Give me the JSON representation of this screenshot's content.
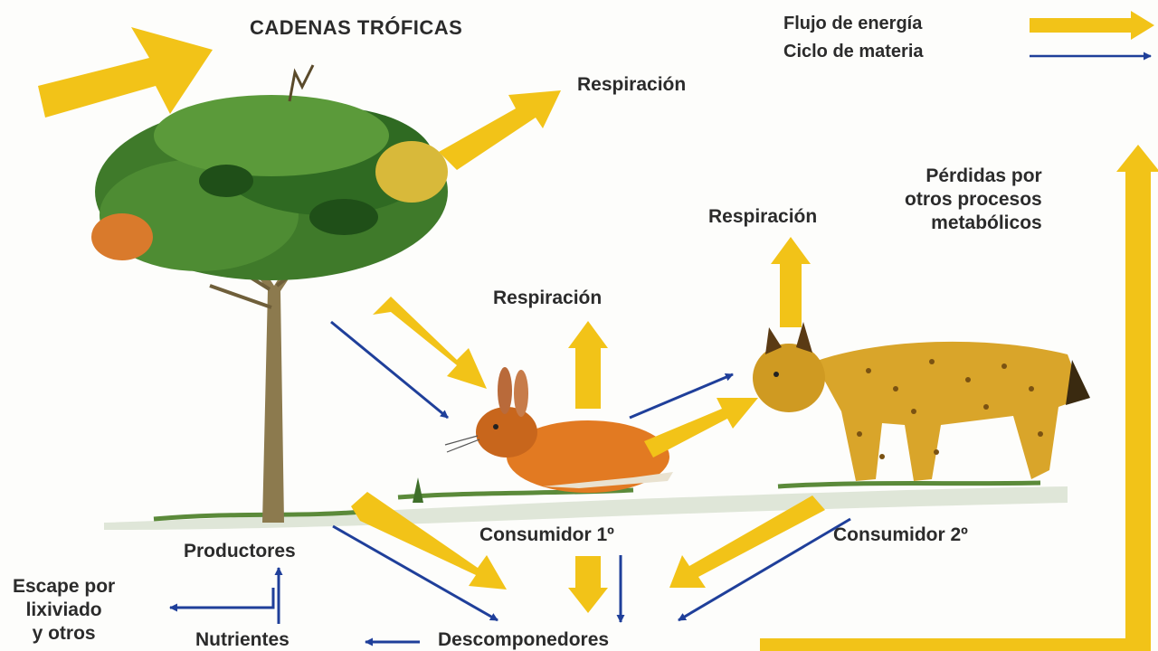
{
  "title": "CADENAS TRÓFICAS",
  "legend": {
    "energy_label": "Flujo de energía",
    "matter_label": "Ciclo de materia",
    "colors": {
      "energy": "#f2c318",
      "matter": "#1f3f9a"
    }
  },
  "labels": {
    "respiration_producers": "Respiración",
    "respiration_secondary": "Respiración",
    "respiration_primary": "Respiración",
    "losses_line1": "Pérdidas por",
    "losses_line2": "otros procesos",
    "losses_line3": "metabólicos",
    "producers": "Productores",
    "primary_consumer": "Consumidor 1º",
    "secondary_consumer": "Consumidor 2º",
    "leaching_line1": "Escape por",
    "leaching_line2": "lixiviado",
    "leaching_line3": "y otros",
    "nutrients": "Nutrientes",
    "decomposers": "Descomponedores"
  },
  "illustrations": [
    "sun-rays-icon",
    "tree-icon",
    "rabbit-icon",
    "lynx-icon"
  ]
}
